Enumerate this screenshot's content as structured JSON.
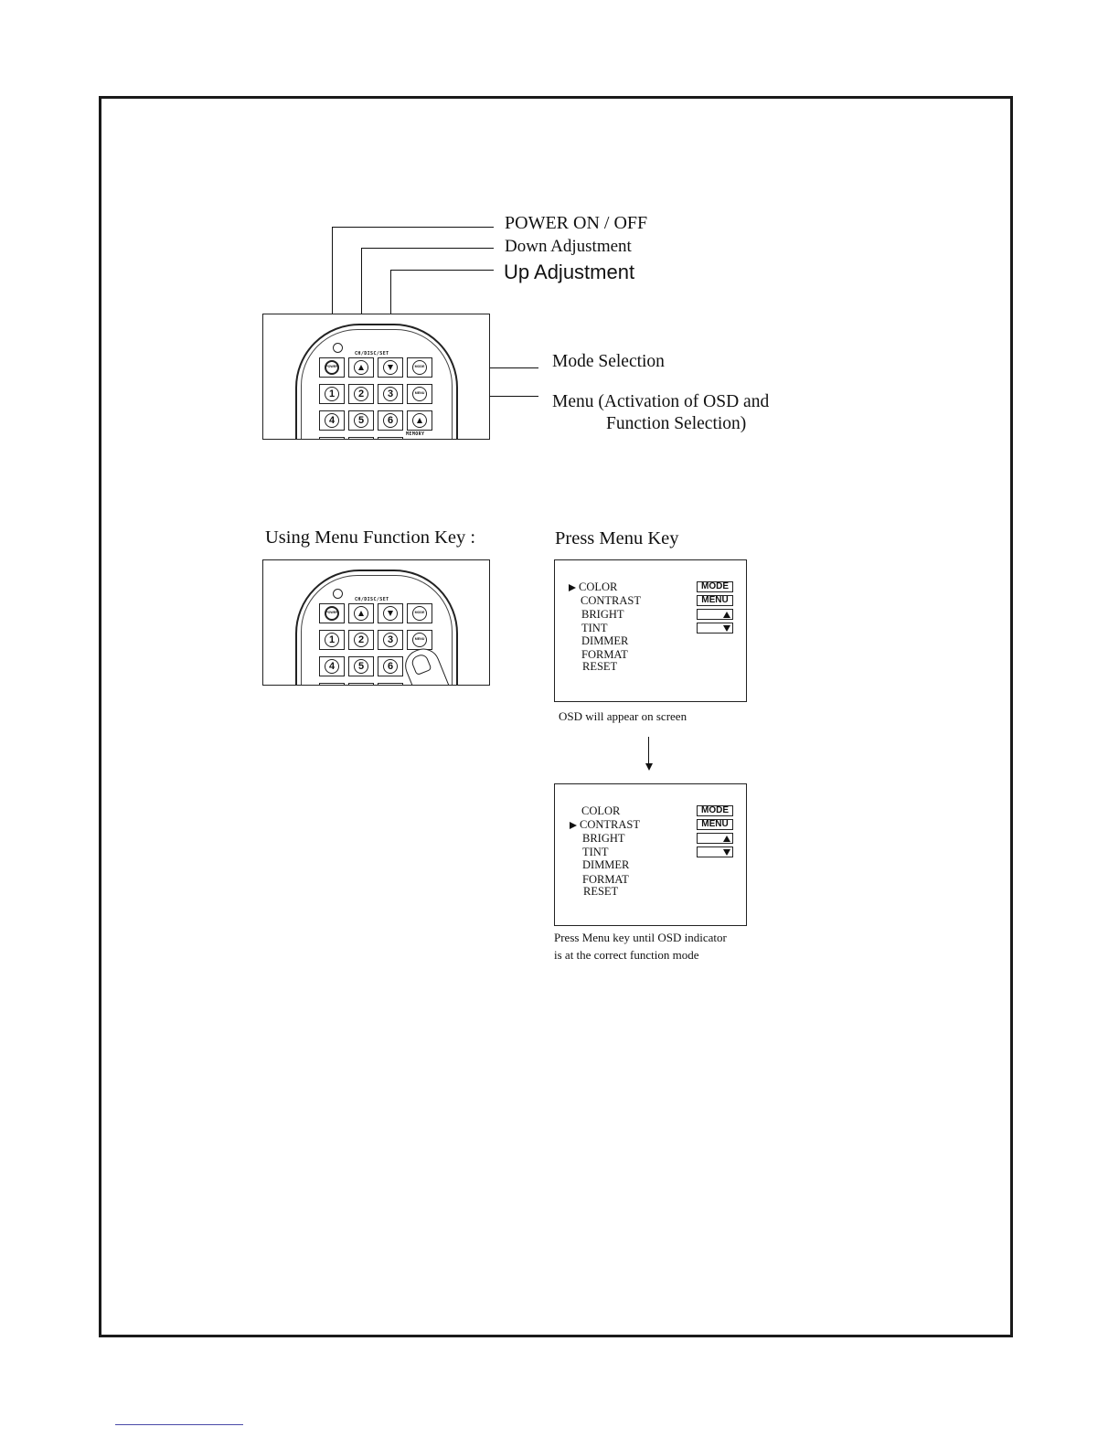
{
  "callouts": {
    "power": "POWER ON / OFF",
    "down": "Down  Adjustment",
    "up": "Up Adjustment",
    "mode": "Mode  Selection",
    "menu_line1": "Menu (Activation  of  OSD  and",
    "menu_line2": "Function  Selection)"
  },
  "remote": {
    "ch_label": "CH/DISC/SET",
    "power_key": "POWER",
    "mode_key": "MODE",
    "menu_key": "MENU",
    "memory_label": "MEMORY",
    "digits": [
      "1",
      "2",
      "3",
      "4",
      "5",
      "6"
    ]
  },
  "section": {
    "using_heading": "Using  Menu  Function  Key :",
    "press_heading": "Press  Menu  Key"
  },
  "osd": {
    "items": [
      "COLOR",
      "CONTRAST",
      "BRIGHT",
      "TINT",
      "DIMMER",
      "FORMAT",
      "RESET"
    ],
    "chip_mode": "MODE",
    "chip_menu": "MENU",
    "screen1_indicator": "COLOR",
    "screen2_indicator": "CONTRAST",
    "caption1": "OSD  will  appear  on  screen",
    "caption2_line1": "Press Menu  key  until  OSD  indicator",
    "caption2_line2": "is  at  the  correct  function  mode"
  }
}
